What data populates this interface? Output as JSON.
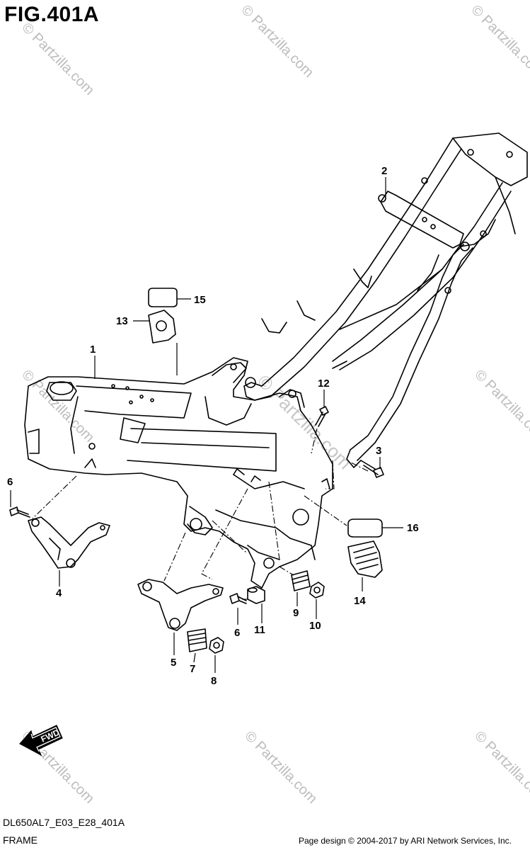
{
  "figure": {
    "title": "FIG.401A",
    "code": "DL650AL7_E03_E28_401A",
    "caption": "FRAME",
    "credit": "Page design © 2004-2017 by ARI Network Services, Inc."
  },
  "direction_arrow": {
    "label": "FWD"
  },
  "watermark": {
    "text": "© Partzilla.com"
  },
  "callouts": [
    {
      "id": "callout-1",
      "label": "1"
    },
    {
      "id": "callout-2",
      "label": "2"
    },
    {
      "id": "callout-3",
      "label": "3"
    },
    {
      "id": "callout-4",
      "label": "4"
    },
    {
      "id": "callout-5",
      "label": "5"
    },
    {
      "id": "callout-6a",
      "label": "6"
    },
    {
      "id": "callout-6b",
      "label": "6"
    },
    {
      "id": "callout-7",
      "label": "7"
    },
    {
      "id": "callout-8",
      "label": "8"
    },
    {
      "id": "callout-9",
      "label": "9"
    },
    {
      "id": "callout-10",
      "label": "10"
    },
    {
      "id": "callout-11",
      "label": "11"
    },
    {
      "id": "callout-12",
      "label": "12"
    },
    {
      "id": "callout-13",
      "label": "13"
    },
    {
      "id": "callout-14",
      "label": "14"
    },
    {
      "id": "callout-15",
      "label": "15"
    },
    {
      "id": "callout-16",
      "label": "16"
    }
  ]
}
